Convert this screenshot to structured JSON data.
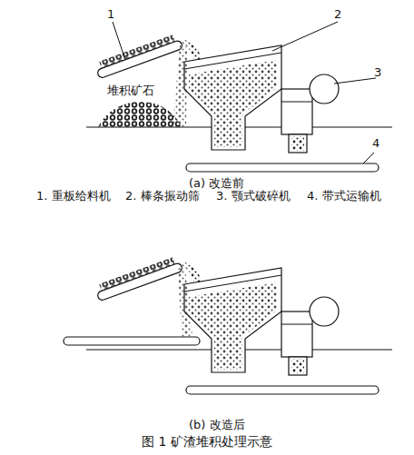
{
  "diagram": {
    "caption": "图 1 矿渣堆积处理示意",
    "labels": [
      "1",
      "2",
      "3",
      "4",
      "堆积矿石",
      "(a) 改造前",
      "1. 重板给料机",
      "2. 棒条振动筛",
      "3. 颚式破碎机",
      "4. 带式运输机",
      "(b) 改造后"
    ]
  }
}
